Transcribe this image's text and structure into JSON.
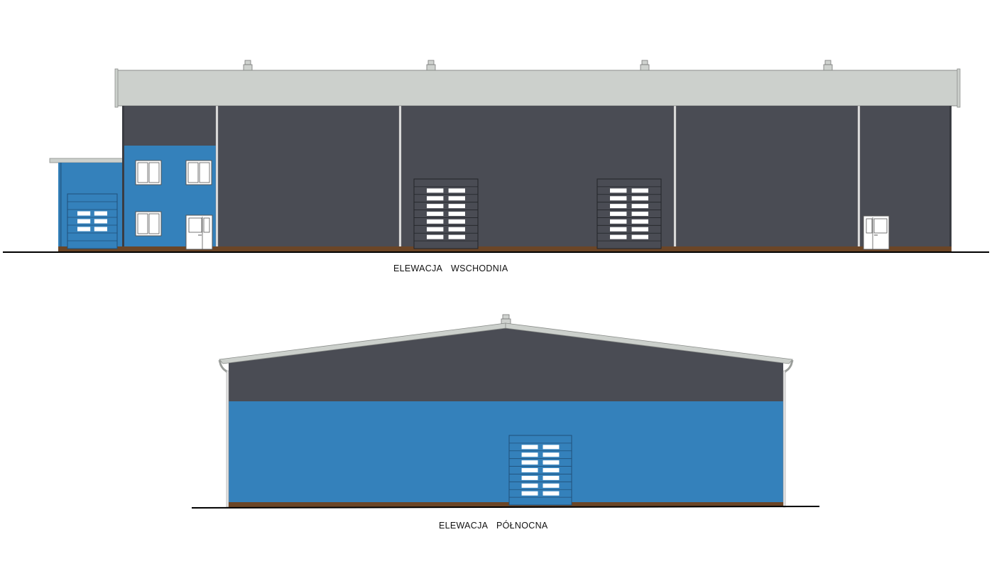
{
  "elevations": {
    "east": {
      "word1": "ELEWACJA",
      "word2": "WSCHODNIA"
    },
    "north": {
      "word1": "ELEWACJA",
      "word2": "PÓŁNOCNA"
    }
  },
  "colors": {
    "dark_cladding": "#4a4c54",
    "blue_cladding": "#3481bb",
    "roof": "#ccd0cc",
    "plinth": "#6b4526",
    "window": "#ffffff",
    "ground_line": "#000000"
  }
}
